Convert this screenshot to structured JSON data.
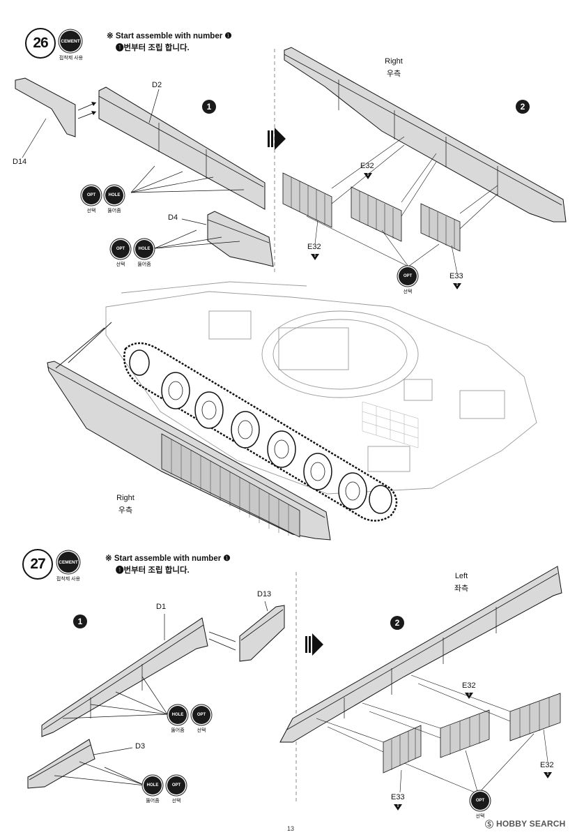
{
  "page": {
    "number": "13"
  },
  "watermark": {
    "symbol": "Ⓢ",
    "text": "HOBBY SEARCH"
  },
  "step26": {
    "number": "26",
    "cement_label": "CEMENT",
    "cement_caption": "접착제 사용",
    "instruction_en": "※ Start assemble with number ❶",
    "instruction_ko": "❶번부터 조립 합니다.",
    "sub1": "1",
    "sub2": "2",
    "parts": {
      "d2": "D2",
      "d14": "D14",
      "d4": "D4",
      "e32_top": "E32",
      "e32_left": "E32",
      "e33": "E33",
      "e32_tri": "9",
      "e33_tri": "9",
      "e32_left_tri": "9"
    },
    "right_top": "Right",
    "right_top_ko": "우측",
    "right_bottom": "Right",
    "right_bottom_ko": "우측",
    "opt_label": "OPT",
    "opt_caption": "선택",
    "hole_label": "HOLE",
    "hole_caption": "뚫어줌"
  },
  "step27": {
    "number": "27",
    "cement_label": "CEMENT",
    "cement_caption": "접착제 사용",
    "instruction_en": "※ Start assemble with number ❶",
    "instruction_ko": "❶번부터 조립 합니다.",
    "sub1": "1",
    "sub2": "2",
    "parts": {
      "d1": "D1",
      "d13": "D13",
      "d3": "D3",
      "e32_top": "E32",
      "e32_right": "E32",
      "e33": "E33",
      "tri": "9"
    },
    "left": "Left",
    "left_ko": "좌측",
    "opt_label": "OPT",
    "opt_caption": "선택",
    "hole_label": "HOLE",
    "hole_caption": "뚫어줌"
  }
}
